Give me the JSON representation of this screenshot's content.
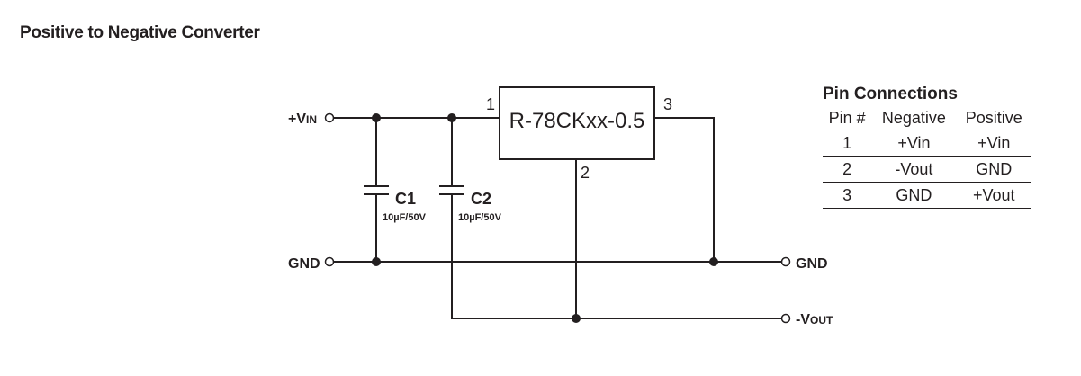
{
  "title": "Positive to Negative Converter",
  "schematic": {
    "ic_label": "R-78CKxx-0.5",
    "pins": {
      "p1": "1",
      "p2": "2",
      "p3": "3"
    },
    "vin_label": {
      "prefix": "+V",
      "sub": "IN"
    },
    "gnd_left": "GND",
    "gnd_right": "GND",
    "vout_label": {
      "prefix": "-V",
      "sub": "OUT"
    },
    "c1": {
      "name": "C1",
      "value": "10µF/50V"
    },
    "c2": {
      "name": "C2",
      "value": "10µF/50V"
    }
  },
  "pin_table": {
    "title": "Pin Connections",
    "headers": [
      "Pin #",
      "Negative",
      "Positive"
    ],
    "rows": [
      [
        "1",
        "+Vin",
        "+Vin"
      ],
      [
        "2",
        "-Vout",
        "GND"
      ],
      [
        "3",
        "GND",
        "+Vout"
      ]
    ]
  }
}
